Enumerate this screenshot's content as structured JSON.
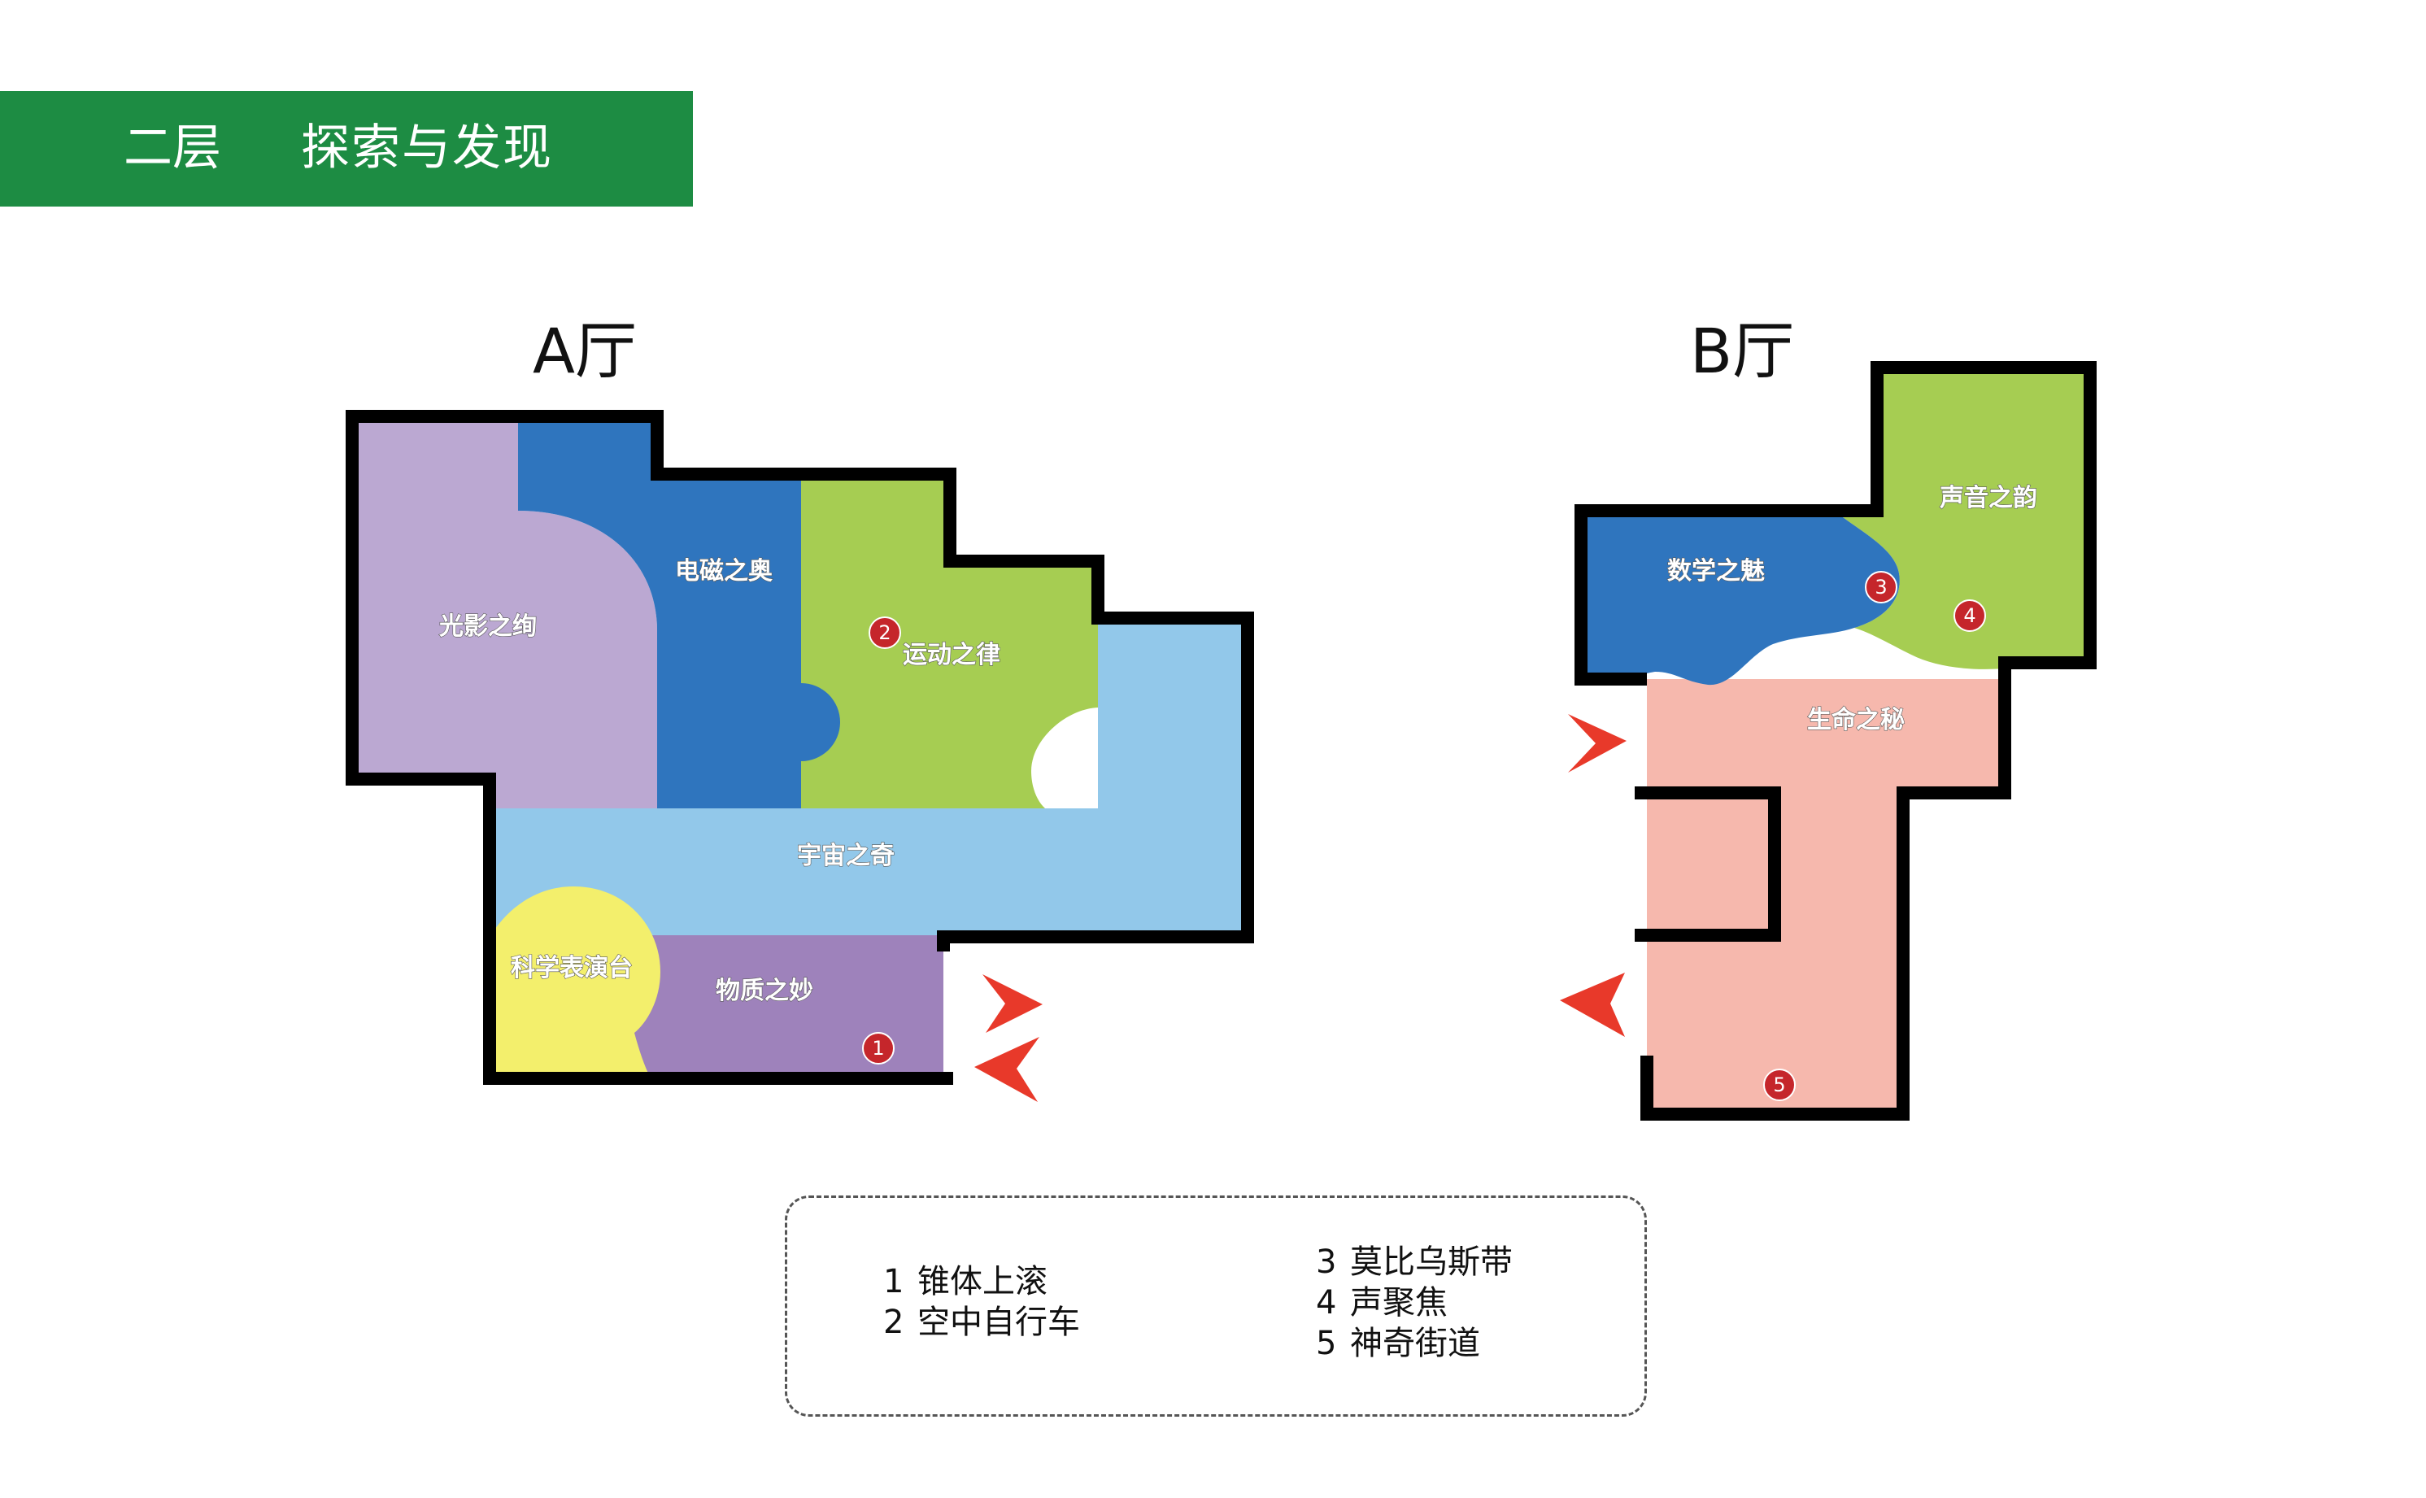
{
  "banner": {
    "floor": "二层",
    "theme": "探索与发现"
  },
  "halls": [
    {
      "title": "A厅",
      "zones": [
        "光影之绚",
        "电磁之奥",
        "运动之律",
        "宇宙之奇",
        "科学表演台",
        "物质之妙"
      ]
    },
    {
      "title": "B厅",
      "zones": [
        "数学之魅",
        "声音之韵",
        "生命之秘"
      ]
    }
  ],
  "markers": [
    "1",
    "2",
    "3",
    "4",
    "5"
  ],
  "legend": [
    {
      "num": "1",
      "text": "锥体上滚"
    },
    {
      "num": "2",
      "text": "空中自行车"
    },
    {
      "num": "3",
      "text": "莫比乌斯带"
    },
    {
      "num": "4",
      "text": "声聚焦"
    },
    {
      "num": "5",
      "text": "神奇街道"
    }
  ],
  "colors": {
    "banner": "#1d8c43",
    "light_purple": "#bba8d2",
    "blue": "#2f75be",
    "green": "#a6cd52",
    "light_blue": "#92c8ea",
    "yellow": "#f3ef6c",
    "purple": "#9e82bb",
    "pink": "#f6b8ad",
    "marker": "#c5262b",
    "arrow": "#e8392a"
  },
  "icons": [
    "entrance-arrow-icon",
    "marker-icon"
  ]
}
